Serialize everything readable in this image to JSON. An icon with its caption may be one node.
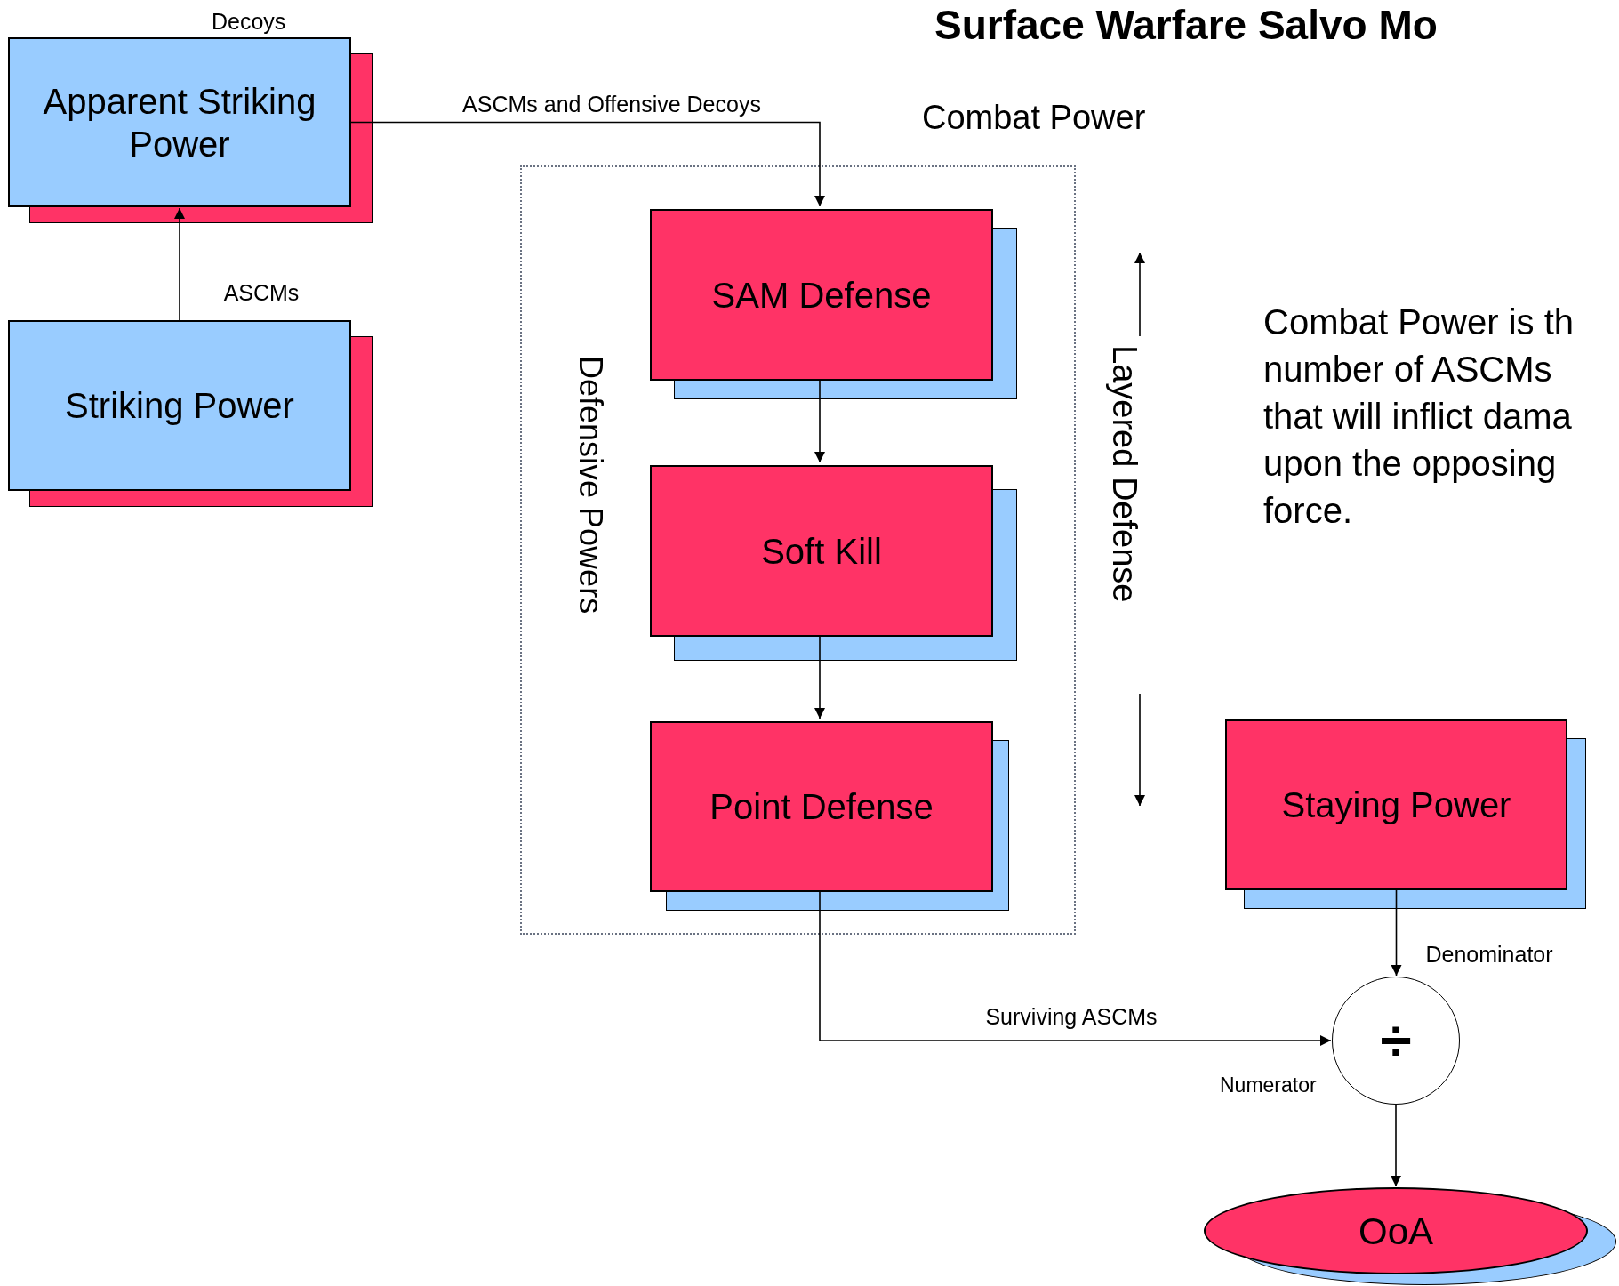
{
  "diagram": {
    "title": "Surface Warfare Salvo Mo",
    "nodes": [
      {
        "text": [
          "Apparent Striking Power"
        ]
      },
      {
        "text": [
          "Striking Power"
        ]
      },
      {
        "text": [
          "Combat Power",
          "Defensive Powers"
        ]
      },
      {
        "text": [
          "SAM Defense"
        ],
        "in": 2
      },
      {
        "text": [
          "Soft Kill"
        ],
        "in": 2
      },
      {
        "text": [
          "Point Defense"
        ],
        "in": 2
      },
      {
        "text": [
          "Staying Power"
        ]
      },
      {
        "text": [
          "÷"
        ]
      },
      {
        "text": [
          "OoA"
        ]
      }
    ],
    "edges": [
      {
        "from": 1,
        "to": 0,
        "arrow": "to",
        "label": "ASCMs"
      },
      {
        "from": 0,
        "to": 3,
        "arrow": "to",
        "label": "ASCMs and Offensive Decoys"
      },
      {
        "from": 3,
        "to": 4,
        "arrow": "to"
      },
      {
        "from": 4,
        "to": 5,
        "arrow": "to"
      },
      {
        "from": 5,
        "to": 7,
        "arrow": "to",
        "label": "Surviving ASCMs"
      },
      {
        "from": 6,
        "to": 7,
        "arrow": "to",
        "label": "Denominator"
      },
      {
        "from": 7,
        "to": 8,
        "arrow": "to"
      }
    ],
    "labels": [
      "Decoys",
      "Layered Defense",
      "Combat Power is th number of ASCMs that will inflict dama upon the opposing force.",
      "Numerator"
    ]
  }
}
